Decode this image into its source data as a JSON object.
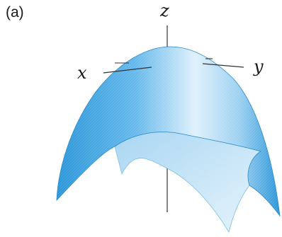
{
  "figure": {
    "panel_label": "(a)",
    "axes": {
      "z": "z",
      "x": "x",
      "y": "y"
    },
    "surface_colors": {
      "dark": "#2e96d6",
      "mid": "#66b8ea",
      "light": "#dff0fb",
      "underside": "#bfe0f4"
    }
  }
}
